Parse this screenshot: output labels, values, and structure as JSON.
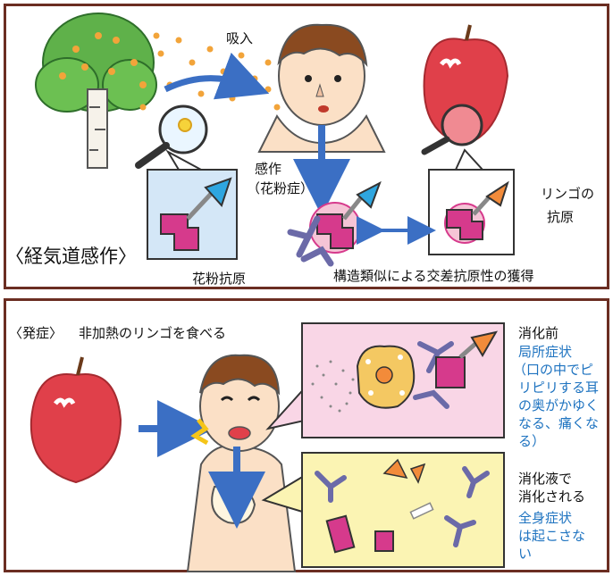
{
  "top": {
    "inhale_label": "吸入",
    "sensitization_label": "感作",
    "sensitization_sub": "（花粉症）",
    "apple_antigen_line1": "リンゴの",
    "apple_antigen_line2": "抗原",
    "airway_sensitization": "〈経気道感作〉",
    "pollen_antigen": "花粉抗原",
    "cross_reactivity": "構造類似による交差抗原性の獲得"
  },
  "bottom": {
    "onset_tag": "〈発症〉",
    "onset_text": "非加熱のリンゴを食べる",
    "pre_digestion": "消化前",
    "local_symptoms": [
      "局所症状",
      "（口の中でピ",
      "リピリする耳",
      "の奥がかゆく",
      "なる、痛くな",
      "る）"
    ],
    "digested": [
      "消化液で",
      "消化される"
    ],
    "systemic": [
      "全身症状",
      "は起こさな",
      "い"
    ]
  },
  "colors": {
    "frame": "#6b2e22",
    "arrow": "#3b6fc4",
    "text_blue": "#1e73c0",
    "antigen_pink": "#d63a8c",
    "antibody_purple": "#6b6aa8",
    "apple_red": "#e0404a",
    "pollen_orange": "#f2a43a"
  }
}
